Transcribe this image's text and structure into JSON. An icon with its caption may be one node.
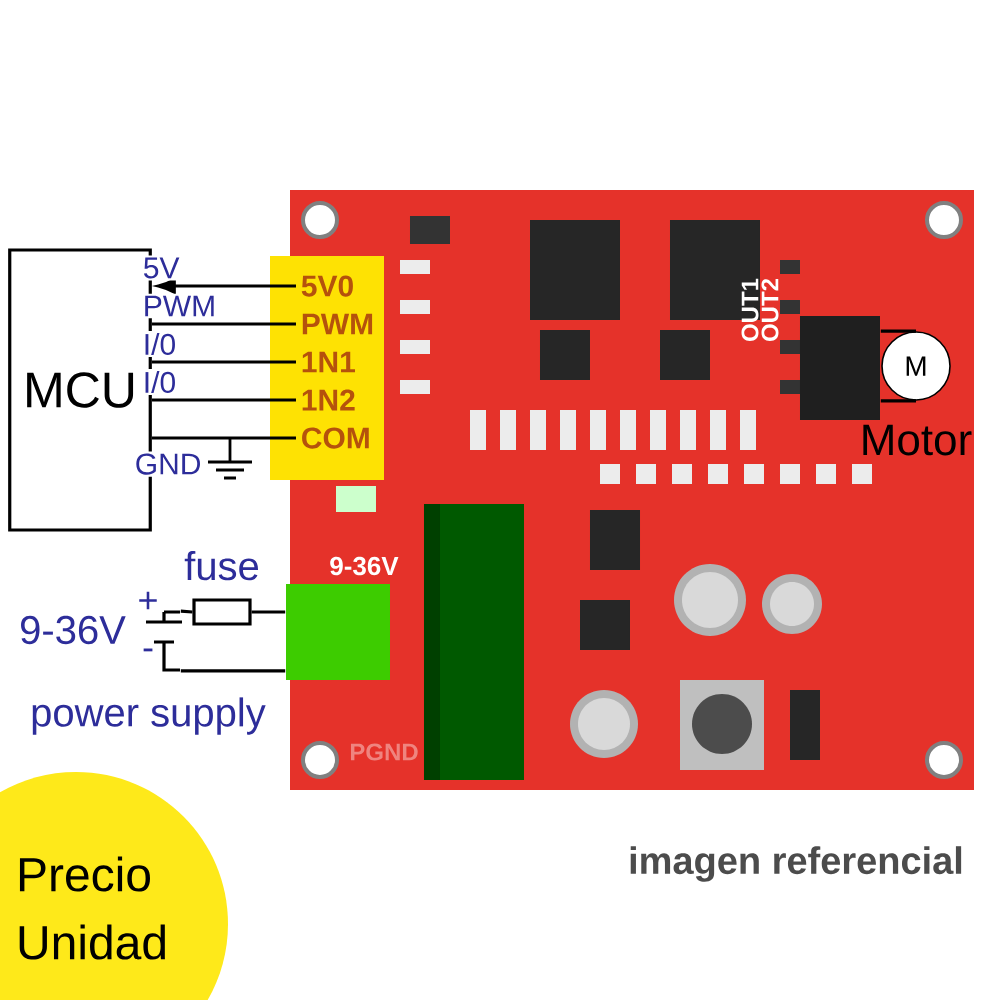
{
  "diagram": {
    "nodes": [
      {
        "text": [
          "MCU"
        ]
      },
      {
        "text": [
          "5V0"
        ]
      },
      {
        "text": [
          "PWM"
        ]
      },
      {
        "text": [
          "1N1"
        ]
      },
      {
        "text": [
          "1N2"
        ]
      },
      {
        "text": [
          "COM"
        ]
      },
      {
        "text": [],
        "shape": "box"
      },
      {
        "text": [
          "M"
        ],
        "beside": [
          "Motor"
        ]
      },
      {
        "text": [
          "fuse"
        ]
      },
      {
        "text": [],
        "shape": "battery",
        "beside": [
          "9-36V",
          "power supply"
        ]
      },
      {
        "text": [],
        "shape": "box",
        "beside": [
          "9-36V"
        ]
      },
      {
        "text": [
          "Precio Unidad"
        ]
      }
    ],
    "edges": [
      {
        "from": 1,
        "to": 0,
        "arrow": "to",
        "label": "5V"
      },
      {
        "from": 0,
        "to": 2,
        "arrow": "none",
        "label": "PWM"
      },
      {
        "from": 0,
        "to": 3,
        "arrow": "none",
        "label": "I/0"
      },
      {
        "from": 0,
        "to": 4,
        "arrow": "none",
        "label": "I/0"
      },
      {
        "from": 0,
        "to": 5,
        "arrow": "none",
        "label": "GND"
      },
      {
        "from": 6,
        "to": 7,
        "arrow": "none"
      },
      {
        "from": 6,
        "to": 7,
        "arrow": "none"
      },
      {
        "from": 9,
        "to": 8,
        "arrow": "none"
      },
      {
        "from": 8,
        "to": 10,
        "arrow": "none"
      },
      {
        "from": 9,
        "to": 10,
        "arrow": "none"
      }
    ],
    "labels": [
      "+",
      "-",
      "PGND",
      "OUT1",
      "OUT2",
      "imagen referencial"
    ]
  }
}
